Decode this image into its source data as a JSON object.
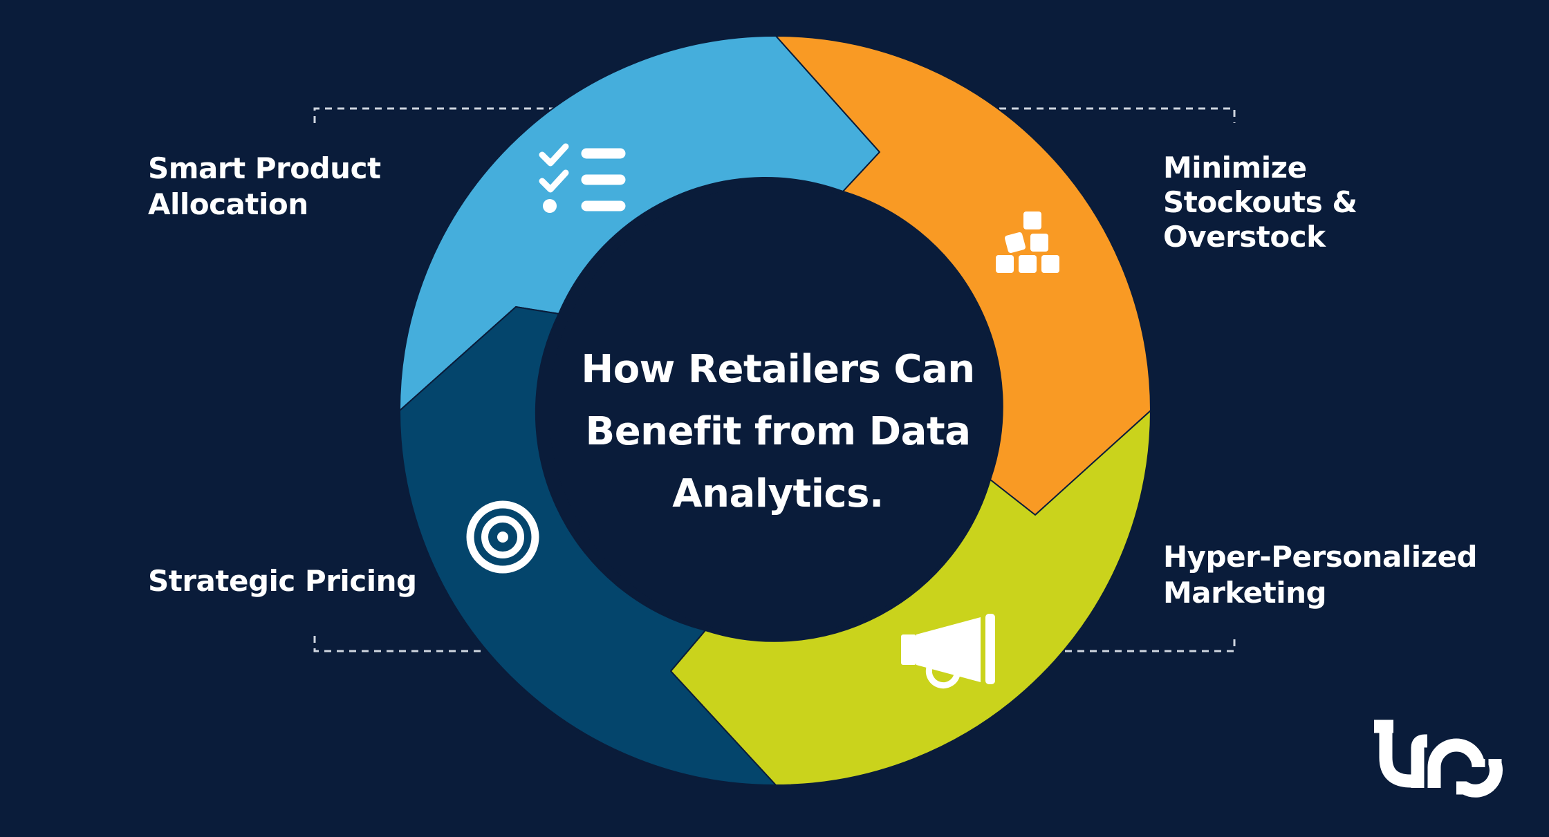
{
  "center": {
    "title_lines": [
      "How Retailers Can",
      "Benefit from Data",
      "Analytics."
    ]
  },
  "segments": [
    {
      "id": "smart-product-allocation",
      "label_lines": [
        "Smart Product",
        "Allocation"
      ],
      "color": "#45aedc",
      "icon": "checklist-icon"
    },
    {
      "id": "minimize-stockouts",
      "label_lines": [
        "Minimize",
        "Stockouts &",
        "Overstock"
      ],
      "color": "#f99a24",
      "icon": "boxes-stack-icon"
    },
    {
      "id": "hyper-personalized-marketing",
      "label_lines": [
        "Hyper-Personalized",
        "Marketing"
      ],
      "color": "#cad31c",
      "icon": "megaphone-icon"
    },
    {
      "id": "strategic-pricing",
      "label_lines": [
        "Strategic Pricing"
      ],
      "color": "#04456c",
      "icon": "target-icon"
    }
  ],
  "colors": {
    "background": "#0a1c3a",
    "text": "#ffffff",
    "dashed_line": "#d0d6e0"
  },
  "logo": {
    "icon": "brand-logo-icon"
  }
}
